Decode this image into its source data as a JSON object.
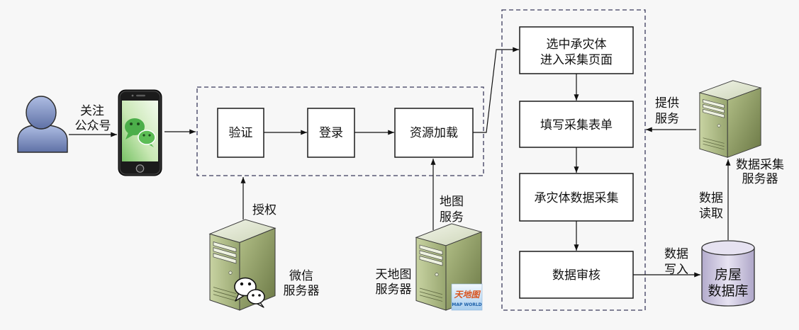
{
  "colors": {
    "background": "#f7f7f7",
    "box_fill": "#ffffff",
    "box_stroke": "#1a1a1a",
    "group_border": "#3b3b5c",
    "edge": "#111111"
  },
  "user": {
    "icon": "user-icon",
    "edge_label": [
      "关注",
      "公众号"
    ]
  },
  "phone": {
    "icon": "wechat-phone-icon"
  },
  "login_group": {
    "verify": "验证",
    "login": "登录",
    "load_resources": "资源加载"
  },
  "collection_group": {
    "select_object": [
      "选中承灾体",
      "进入采集页面"
    ],
    "fill_form": "填写采集表单",
    "collect_data": "承灾体数据采集",
    "review_data": "数据审核"
  },
  "wechat_server": {
    "icon": "server-icon",
    "logo_icon": "wechat-logo-icon",
    "label": [
      "微信",
      "服务器"
    ],
    "edge_label": "授权"
  },
  "map_server": {
    "icon": "server-icon",
    "logo": {
      "title": "天地图",
      "subtitle": "MAP WORLD"
    },
    "label": [
      "天地图",
      "服务器"
    ],
    "edge_label": [
      "地图",
      "服务"
    ]
  },
  "collection_server": {
    "icon": "server-icon",
    "label": [
      "数据采集",
      "服务器"
    ],
    "edge_label": [
      "提供",
      "服务"
    ]
  },
  "database": {
    "icon": "database-icon",
    "label": [
      "房屋",
      "数据库"
    ]
  },
  "data_write": {
    "edge_label": [
      "数据",
      "写入"
    ]
  },
  "data_read": {
    "edge_label": [
      "数据",
      "读取"
    ]
  }
}
